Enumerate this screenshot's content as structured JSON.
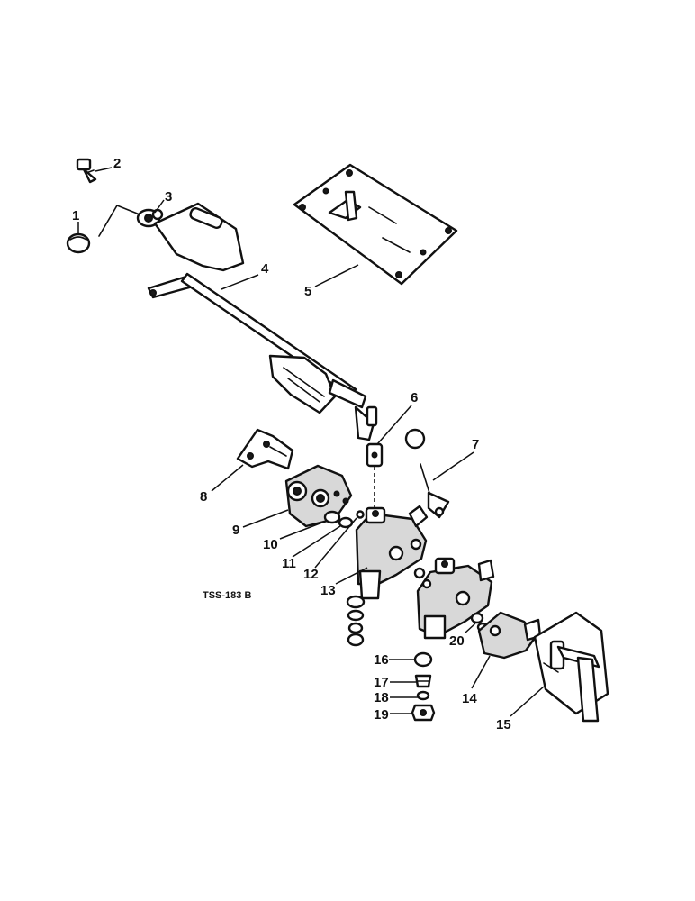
{
  "diagram": {
    "drawing_code": "TSS-183 B",
    "callouts": [
      "1",
      "2",
      "3",
      "4",
      "5",
      "6",
      "7",
      "8",
      "9",
      "10",
      "11",
      "12",
      "13",
      "14",
      "15",
      "16",
      "17",
      "18",
      "19",
      "20"
    ]
  }
}
